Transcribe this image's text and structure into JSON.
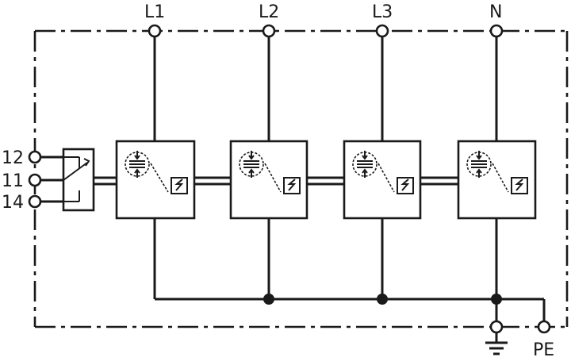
{
  "terminals": {
    "l1": "L1",
    "l2": "L2",
    "l3": "L3",
    "n": "N",
    "c12": "12",
    "c11": "11",
    "c14": "14",
    "pe": "PE"
  },
  "icons": {
    "module": "surge-protection-module-icon",
    "varistor": "varistor-icon",
    "spark_gap": "spark-gap-icon",
    "contact": "changeover-contact-icon",
    "ground": "ground-icon"
  },
  "colors": {
    "line": "#1a1a1a",
    "background": "#ffffff"
  }
}
